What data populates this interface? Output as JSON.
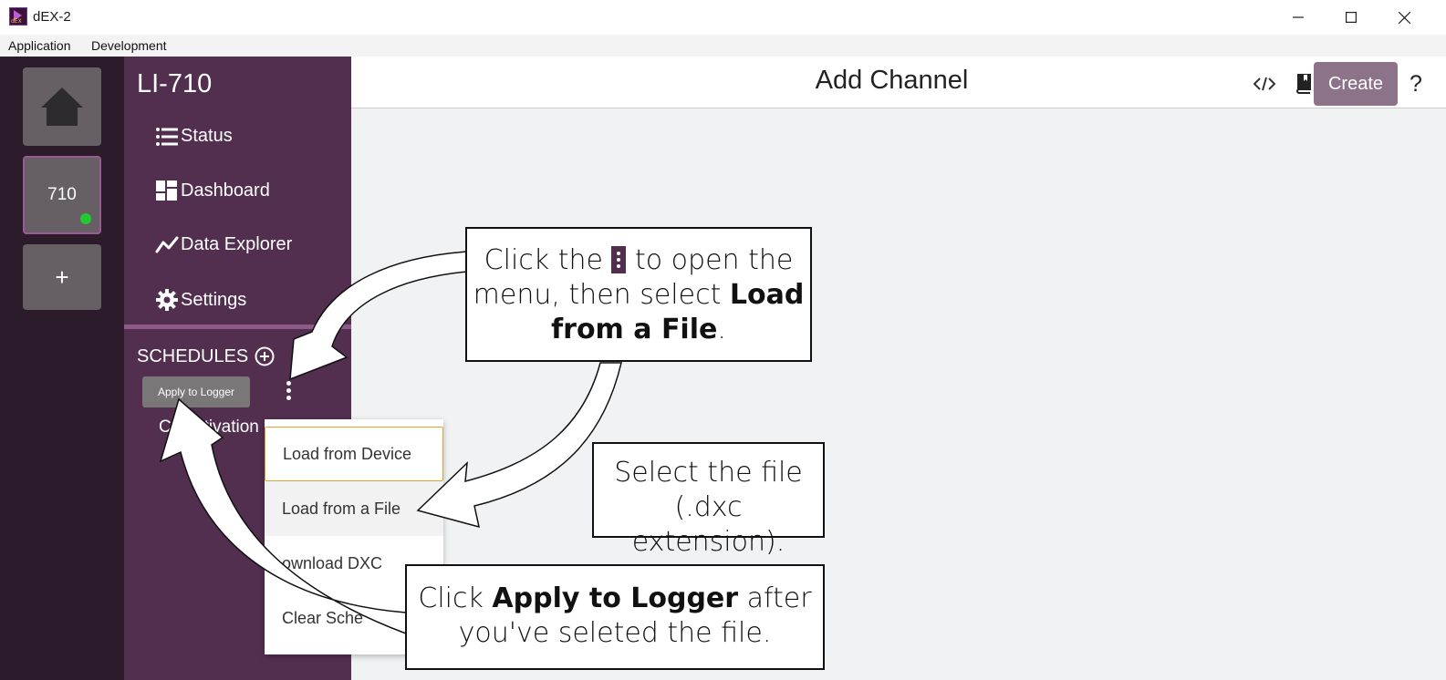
{
  "window": {
    "title": "dEX-2",
    "logo_text": "dEX"
  },
  "menubar": {
    "items": [
      "Application",
      "Development"
    ]
  },
  "rail": {
    "home_icon": "home-icon",
    "device_label": "710",
    "device_status_color": "#22c933",
    "add_label": "+"
  },
  "sidebar": {
    "device_name": "LI-710",
    "nav": [
      {
        "label": "Status",
        "icon": "list-icon"
      },
      {
        "label": "Dashboard",
        "icon": "dashboard-icon"
      },
      {
        "label": "Data Explorer",
        "icon": "chart-line-icon"
      },
      {
        "label": "Settings",
        "icon": "gear-icon"
      }
    ],
    "schedules_heading": "SCHEDULES",
    "apply_button": "Apply to Logger",
    "schedule_item": "Co activation"
  },
  "header": {
    "title": "Add Channel",
    "create_label": "Create",
    "help_label": "?"
  },
  "dropdown": {
    "items": [
      "Load from Device",
      "Load from a File",
      "ownload DXC",
      "Clear Sche"
    ]
  },
  "callouts": {
    "c1": {
      "pre": "Click the",
      "post": "to open the menu, then select",
      "bold": "Load from a File",
      "end": "."
    },
    "c2": {
      "line1": "Select the file",
      "line2": "(.dxc extension)."
    },
    "c3": {
      "pre": "Click",
      "bold": "Apply to Logger",
      "post": "after",
      "line2": "you've seleted the file."
    }
  },
  "colors": {
    "rail_bg": "#2c1b2b",
    "sidebar_bg": "#522e4f",
    "create_btn": "#8c7389",
    "dropdown_focus": "#e2a230"
  }
}
